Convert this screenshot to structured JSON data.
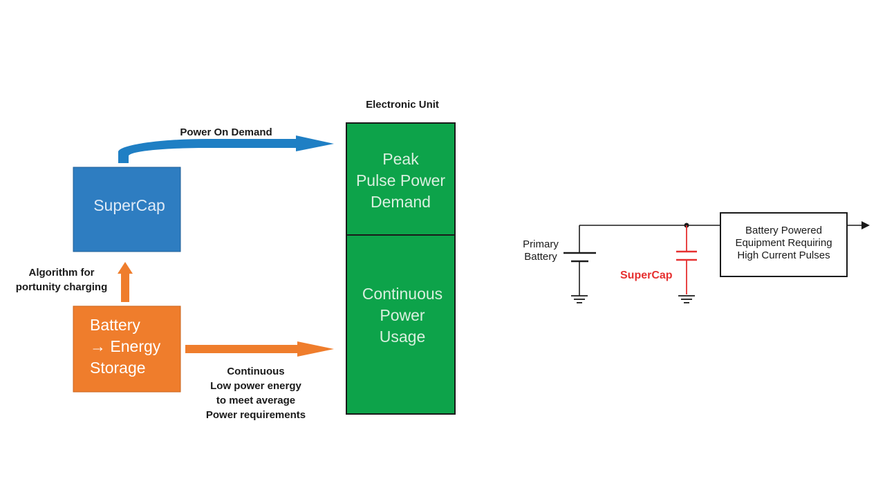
{
  "left_diagram": {
    "electronic_unit_title": "Electronic Unit",
    "power_on_demand_label": "Power On Demand",
    "supercap_box_label": "SuperCap",
    "algorithm_label_lines": [
      "Algorithm for",
      "portunity charging"
    ],
    "battery_box_lines": [
      "Battery",
      "→ Energy",
      "Storage"
    ],
    "continuous_label_lines": [
      "Continuous",
      "Low power energy",
      "to meet average",
      "Power requirements"
    ],
    "peak_section_lines": [
      "Peak",
      "Pulse Power",
      "Demand"
    ],
    "continuous_section_lines": [
      "Continuous",
      "Power",
      "Usage"
    ]
  },
  "circuit": {
    "primary_battery_lines": [
      "Primary",
      "Battery"
    ],
    "supercap_label": "SuperCap",
    "equipment_box_lines": [
      "Battery Powered",
      "Equipment Requiring",
      "High Current Pulses"
    ]
  },
  "colors": {
    "supercap_blue": "#2e7dc1",
    "battery_orange": "#ef7d2c",
    "unit_green": "#0da34a",
    "arrow_blue": "#1f7fc4",
    "arrow_orange": "#ef7d2c",
    "supercap_red": "#e63030"
  }
}
